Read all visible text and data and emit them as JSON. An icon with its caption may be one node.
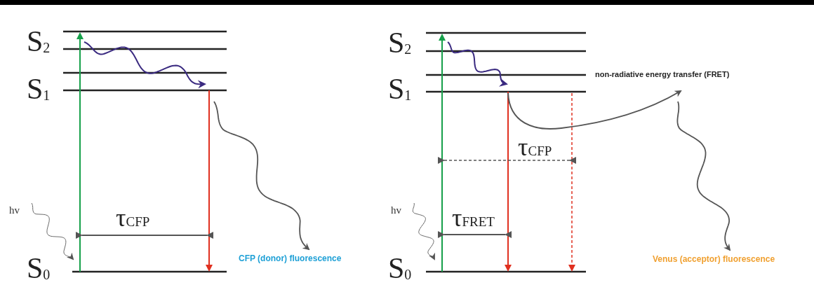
{
  "diagram": {
    "nodes": [
      {
        "text": [
          "CFP (donor) fluorescence"
        ]
      },
      {
        "text": [
          "Venus (acceptor) fluorescence"
        ]
      }
    ],
    "edges": [
      {
        "from": null,
        "to": 0,
        "arrow": "to"
      },
      {
        "from": null,
        "to": 1,
        "arrow": "to"
      }
    ],
    "labels": [
      "S$_{2}$",
      "S$_{1}$",
      "hv",
      "τ$_{CFP}$",
      "S$_{0}$",
      "S$_{2}$",
      "non-radiative energy transfer (FRET)",
      "S$_{1}$",
      "τ$_{CFP}$",
      "hv",
      "τ$_{FRET}$",
      "S$_{0}$"
    ]
  }
}
